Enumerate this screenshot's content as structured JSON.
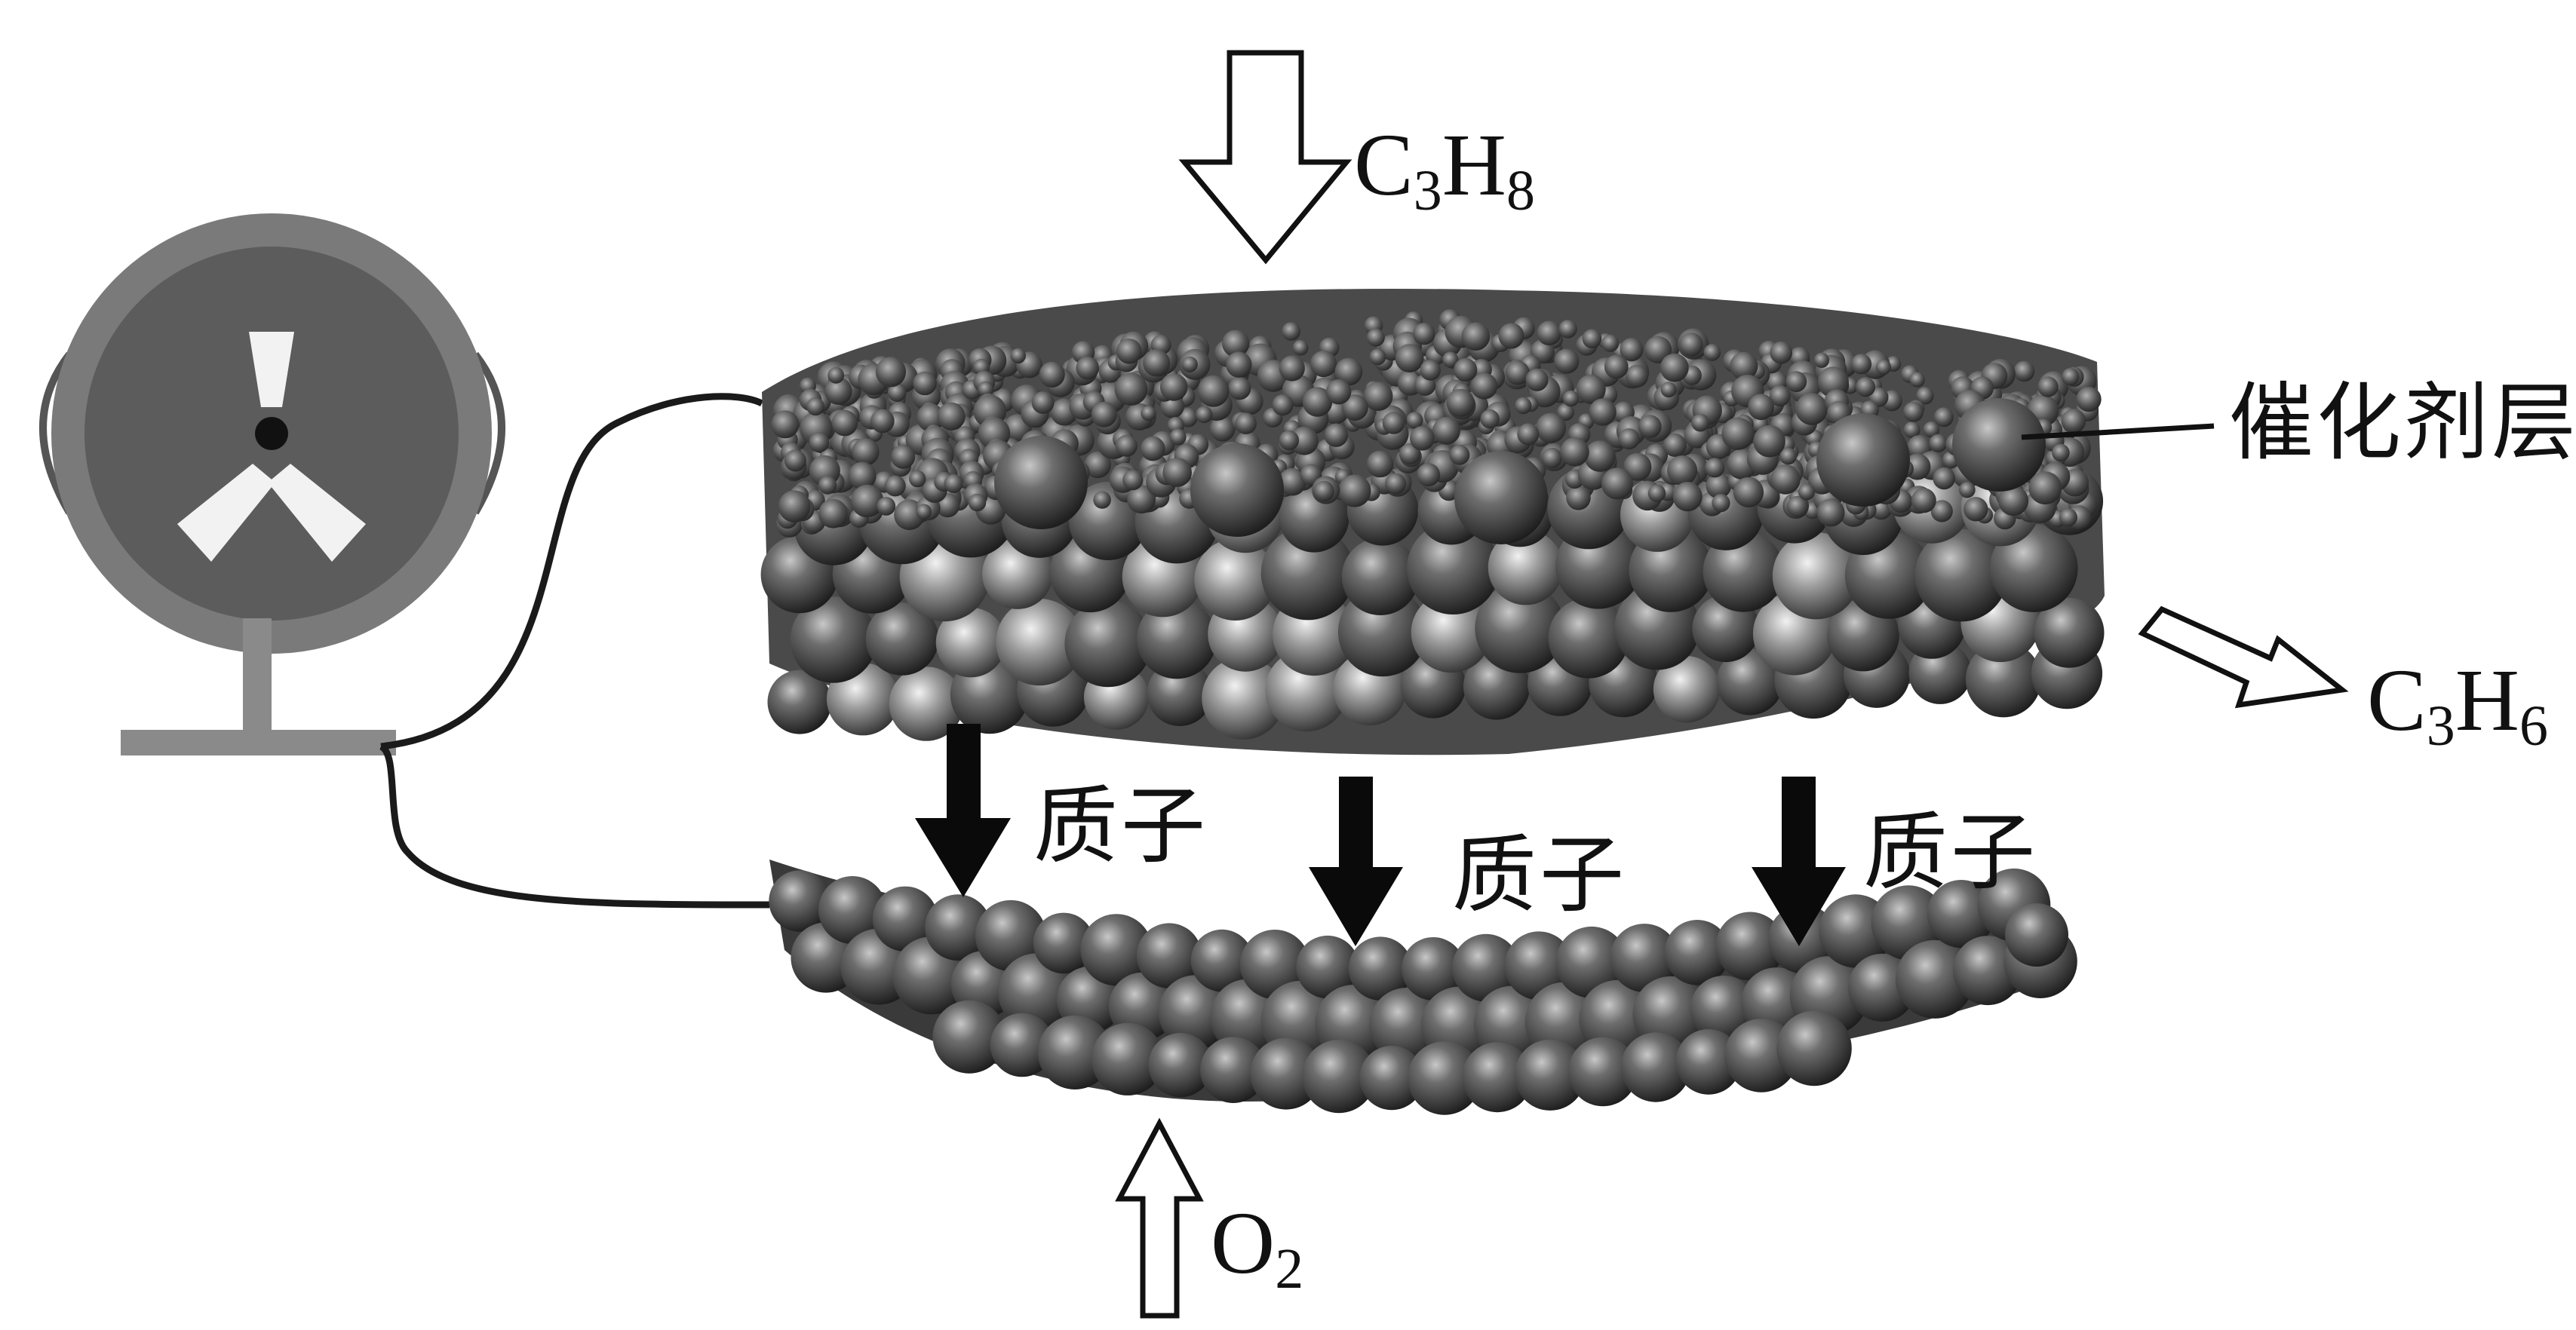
{
  "diagram": {
    "inputs": {
      "top_gas": {
        "element": "C",
        "n1": "3",
        "element2": "H",
        "n2": "8"
      },
      "bottom_gas": {
        "element": "O",
        "n1": "2"
      }
    },
    "outputs": {
      "product_gas": {
        "element": "C",
        "n1": "3",
        "element2": "H",
        "n2": "6"
      }
    },
    "labels": {
      "catalyst_layer": "催化剂层",
      "proton": "质子"
    },
    "icons": [
      "fan-icon",
      "hollow-arrow-down",
      "hollow-arrow-up",
      "hollow-arrow-right",
      "solid-arrow-down"
    ],
    "colors": {
      "ink": "#111111",
      "particle_dark": "#3a3a3a",
      "particle_light": "#9a9a9a",
      "fan_body": "#7a7a7a"
    }
  }
}
